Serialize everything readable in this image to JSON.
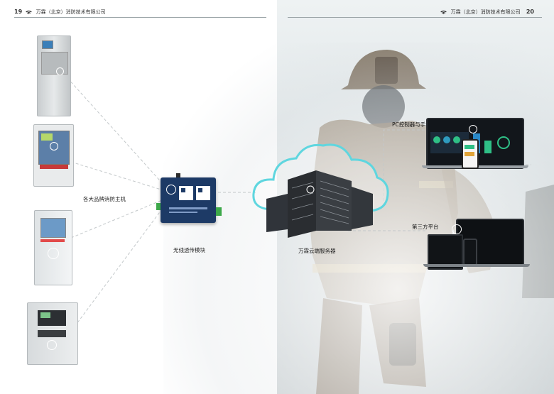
{
  "header": {
    "left_page_number": "19",
    "right_page_number": "20",
    "company": "万霖（北京）消防技术有限公司"
  },
  "labels": {
    "fire_hosts": "各大品牌消防主机",
    "wireless_module": "无线透传模块",
    "cloud_server": "万霖云端服务器",
    "pc_mobile_client": "PC控制器与手机客户端",
    "third_party": "第三方平台"
  },
  "colors": {
    "cloud_outline": "#5fd6df",
    "module_blue": "#1d3a66",
    "connector_green": "#3da84a",
    "dashed_line": "#bfc4c6"
  },
  "icons": [
    "wifi-logo-icon"
  ]
}
